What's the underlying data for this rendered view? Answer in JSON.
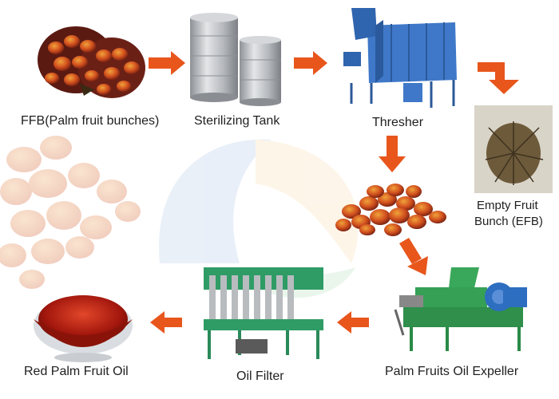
{
  "steps": {
    "ffb": "FFB(Palm fruit bunches)",
    "sterilizing": "Sterilizing Tank",
    "thresher": "Thresher",
    "efb_line1": "Empty Fruit",
    "efb_line2": "Bunch (EFB)",
    "expeller": "Palm Fruits Oil Expeller",
    "filter": "Oil Filter",
    "oil": "Red Palm Fruit Oil"
  },
  "colors": {
    "arrow": "#e8561c",
    "machine_blue": "#3f78c8",
    "machine_green": "#3aa85a",
    "tank_steel": "#b9bcc0",
    "fruit_red": "#b8321a",
    "fruit_orange": "#e88a2a",
    "oil_red": "#a3170d"
  },
  "icons": [
    "palm-bunch-image",
    "sterilizing-tank-image",
    "thresher-image",
    "efb-image",
    "loose-fruit-image",
    "expeller-image",
    "oil-filter-image",
    "oil-bowl-image"
  ]
}
